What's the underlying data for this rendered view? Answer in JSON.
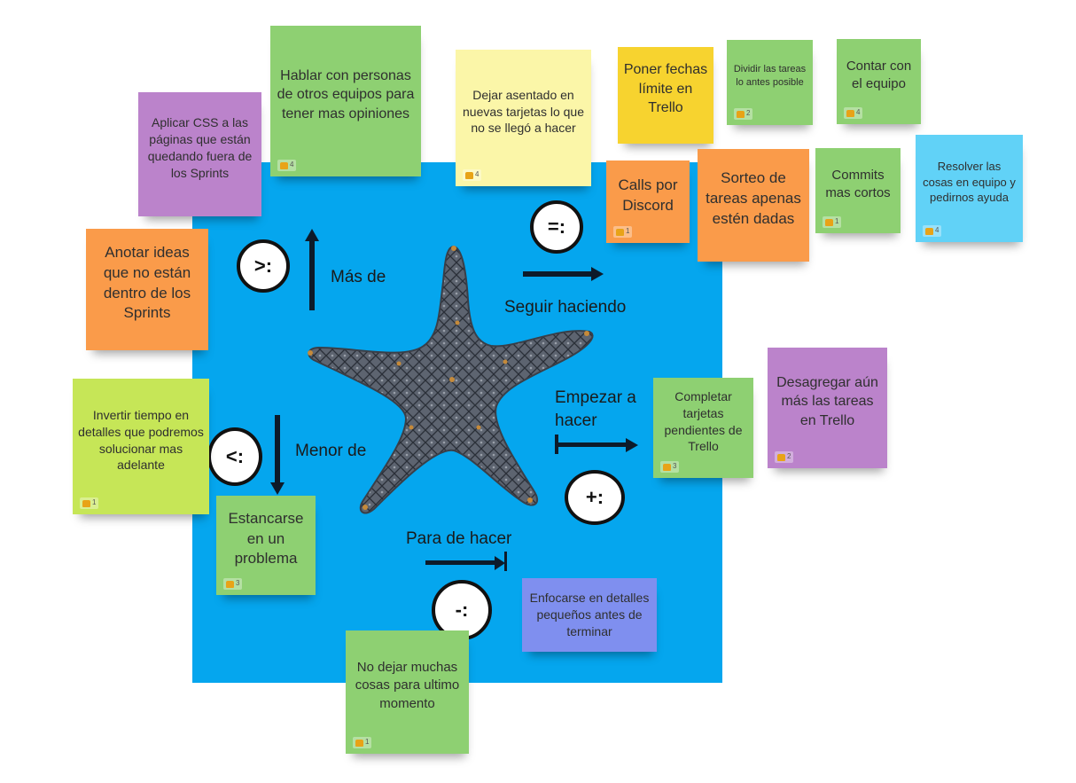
{
  "board": {
    "quadrants": {
      "mas_de": {
        "symbol": ">:",
        "label": "Más de"
      },
      "seguir": {
        "symbol": "=:",
        "label": "Seguir haciendo"
      },
      "empezar": {
        "symbol": "+:",
        "label": "Empezar a hacer"
      },
      "parar": {
        "symbol": "-:",
        "label": "Para de hacer"
      },
      "menor": {
        "symbol": "<:",
        "label": "Menor de"
      }
    }
  },
  "notes": [
    {
      "id": "hablar",
      "text": "Hablar con personas de otros equipos para tener mas opiniones",
      "votes": "4"
    },
    {
      "id": "css",
      "text": "Aplicar CSS a las páginas que están quedando fuera de los Sprints",
      "votes": ""
    },
    {
      "id": "dejar",
      "text": "Dejar asentado en nuevas tarjetas lo que no se llegó a hacer",
      "votes": "4"
    },
    {
      "id": "poner",
      "text": "Poner fechas límite en Trello",
      "votes": ""
    },
    {
      "id": "dividir",
      "text": "Dividir las tareas lo antes posible",
      "votes": "2"
    },
    {
      "id": "contar",
      "text": "Contar con el equipo",
      "votes": "4"
    },
    {
      "id": "calls",
      "text": "Calls por Discord",
      "votes": "1"
    },
    {
      "id": "sorteo",
      "text": "Sorteo de tareas apenas estén dadas",
      "votes": ""
    },
    {
      "id": "commits",
      "text": "Commits mas cortos",
      "votes": "1"
    },
    {
      "id": "resolver",
      "text": "Resolver las cosas en equipo y pedirnos ayuda",
      "votes": "4"
    },
    {
      "id": "anotar",
      "text": "Anotar ideas que no están dentro de los Sprints",
      "votes": ""
    },
    {
      "id": "desagregar",
      "text": "Desagregar aún más las tareas en Trello",
      "votes": "2"
    },
    {
      "id": "completar",
      "text": "Completar tarjetas pendientes de Trello",
      "votes": "3"
    },
    {
      "id": "invertir",
      "text": "Invertir tiempo en detalles que podremos solucionar mas adelante",
      "votes": "1"
    },
    {
      "id": "estancarse",
      "text": "Estancarse en un problema",
      "votes": "3"
    },
    {
      "id": "enfocarse",
      "text": "Enfocarse en detalles pequeños antes de terminar",
      "votes": ""
    },
    {
      "id": "nodejar",
      "text": "No dejar muchas cosas para ultimo momento",
      "votes": "1"
    }
  ],
  "colors": {
    "board": "#05a6ee",
    "green": "#8ed072",
    "lime": "#c6e657",
    "purple": "#bb83cb",
    "orange": "#fa9b4a",
    "yellow": "#f7d32f",
    "light_yellow": "#fbf6a8",
    "cyan": "#61d2f7",
    "blue": "#7f8fef"
  },
  "icons": [
    "starfish-image",
    "thumbs-up-icon",
    "arrow-up-icon",
    "arrow-down-icon",
    "arrow-right-icon"
  ]
}
